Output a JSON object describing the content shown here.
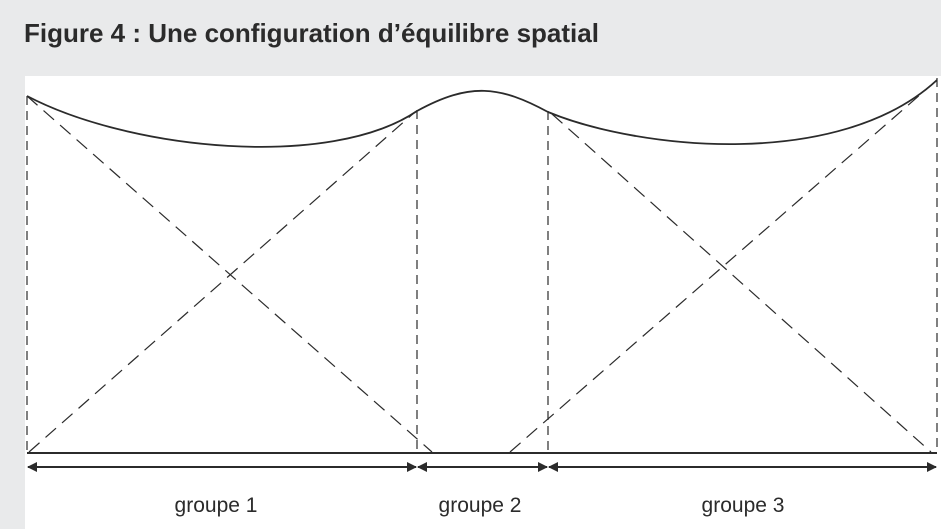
{
  "figure": {
    "title": "Figure 4 : Une configuration d’équilibre spatial"
  },
  "groups": [
    {
      "label": "groupe 1"
    },
    {
      "label": "groupe 2"
    },
    {
      "label": "groupe 3"
    }
  ],
  "colors": {
    "background": "#e9eaeb",
    "panel": "#ffffff",
    "ink": "#2b2b2b"
  }
}
